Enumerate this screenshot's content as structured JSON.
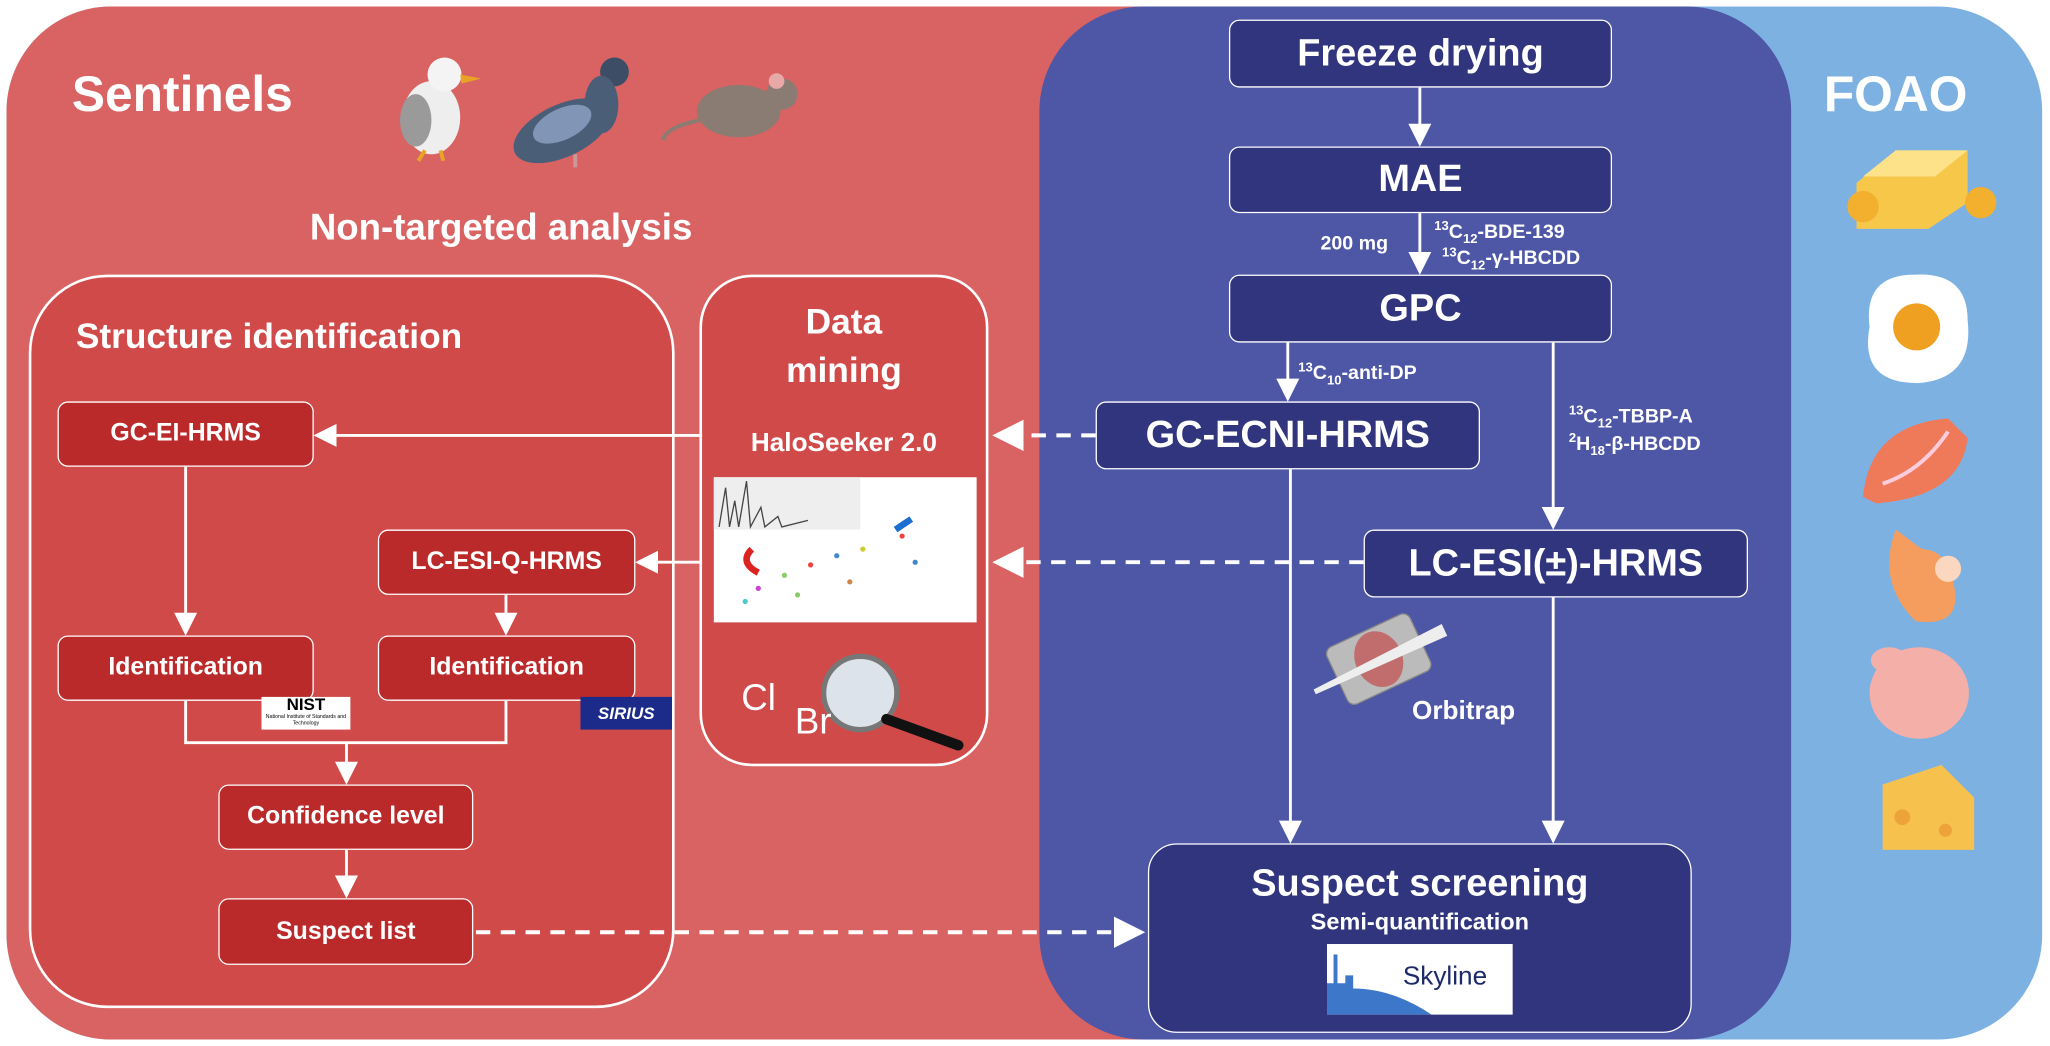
{
  "sentinels": {
    "title": "Sentinels",
    "animals": [
      "gull-icon",
      "pigeon-icon",
      "rat-icon"
    ]
  },
  "foao": {
    "title": "FOAO",
    "foods": [
      "butter-icon",
      "egg-icon",
      "salmon-icon",
      "shrimp-icon",
      "chicken-icon",
      "cheese-icon"
    ]
  },
  "nta": {
    "title": "Non-targeted analysis"
  },
  "structure": {
    "title": "Structure identification",
    "gc_ei": "GC-EI-HRMS",
    "lc_esi_q": "LC-ESI-Q-HRMS",
    "ident1": "Identification",
    "ident2": "Identification",
    "confidence": "Confidence level",
    "suspect_list": "Suspect list",
    "nist_logo": "NIST",
    "nist_sub": "National Institute of Standards and Technology",
    "sirius_logo": "SIRIUS"
  },
  "mining": {
    "title_1": "Data",
    "title_2": "mining",
    "software": "HaloSeeker 2.0",
    "cl": "Cl",
    "br": "Br"
  },
  "workflow": {
    "freeze": "Freeze drying",
    "mae": "MAE",
    "gpc": "GPC",
    "gc_ecni": "GC-ECNI-HRMS",
    "lc_esi": "LC-ESI(±)-HRMS",
    "suspect": "Suspect screening",
    "semi": "Semi-quantification",
    "skyline": "Skyline",
    "orbitrap": "Orbitrap",
    "amount": "200 mg",
    "std_bde": {
      "sup": "13",
      "el": "C",
      "sub": "12",
      "rest": "-BDE-139"
    },
    "std_hbcdd_g": {
      "sup": "13",
      "el": "C",
      "sub": "12",
      "rest": "-γ-HBCDD"
    },
    "std_dp": {
      "sup": "13",
      "el": "C",
      "sub": "10",
      "rest": "-anti-DP"
    },
    "std_tbbpa": {
      "sup": "13",
      "el": "C",
      "sub": "12",
      "rest": "-TBBP-A"
    },
    "std_hbcdd_b": {
      "sup": "2",
      "el": "H",
      "sub": "18",
      "rest": "-β-HBCDD"
    }
  },
  "colors": {
    "red_bg": "#d96363",
    "red_panel": "#d14a4a",
    "red_node": "#bb2a2b",
    "blue_panel": "#4e56a6",
    "blue_node": "#31357d",
    "light_blue": "#7db1e2"
  }
}
